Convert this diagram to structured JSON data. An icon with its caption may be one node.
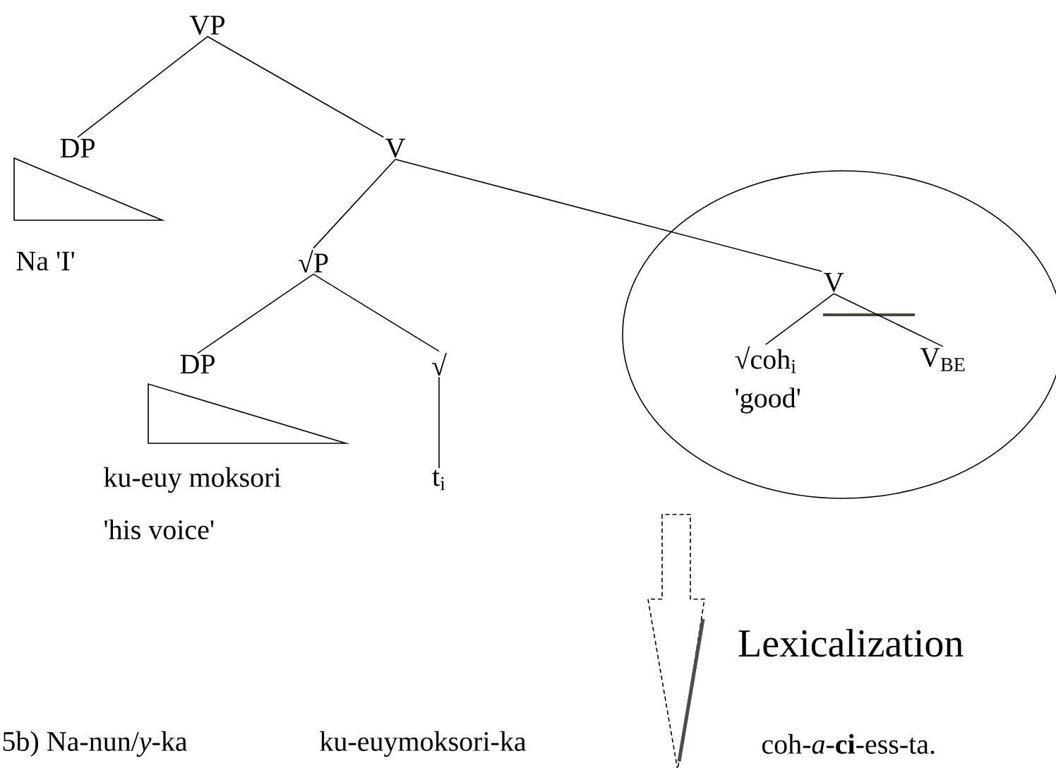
{
  "diagram": {
    "nodes": [
      {
        "text": [
          "VP"
        ]
      },
      {
        "text": [
          "DP"
        ]
      },
      {
        "text": [
          "V"
        ]
      },
      {
        "text": [
          "√P"
        ]
      },
      {
        "text": [
          "DP"
        ]
      },
      {
        "text": [
          "√"
        ]
      },
      {
        "text": [
          "t$_{i}$"
        ]
      },
      {
        "text": [],
        "shape": "circle"
      },
      {
        "text": [
          "V"
        ],
        "in": 7
      },
      {
        "text": [
          "√coh$_{i}$"
        ],
        "beside": [
          "'good'"
        ],
        "in": 7
      },
      {
        "text": [
          "V$_{BE}$"
        ],
        "in": 7
      }
    ],
    "edges": [
      {
        "from": 0,
        "to": 1,
        "arrow": "none"
      },
      {
        "from": 0,
        "to": 2,
        "arrow": "none"
      },
      {
        "from": 2,
        "to": 3,
        "arrow": "none"
      },
      {
        "from": 2,
        "to": 8,
        "arrow": "none"
      },
      {
        "from": 3,
        "to": 4,
        "arrow": "none"
      },
      {
        "from": 3,
        "to": 5,
        "arrow": "none"
      },
      {
        "from": 5,
        "to": 6,
        "arrow": "none"
      },
      {
        "from": 8,
        "to": 9,
        "arrow": "none"
      },
      {
        "from": 8,
        "to": 10,
        "arrow": "none"
      },
      {
        "from": 7,
        "to": null,
        "arrow": "to",
        "label": "Lexicalization",
        "style": "dashed"
      }
    ],
    "labels": [
      "Na 'I'",
      "ku-euy moksori",
      "'his voice'",
      "5b) Na-nun/*y*-ka",
      "ku-euymoksori-ka",
      "coh-*a*-**ci**-ess-ta."
    ]
  }
}
